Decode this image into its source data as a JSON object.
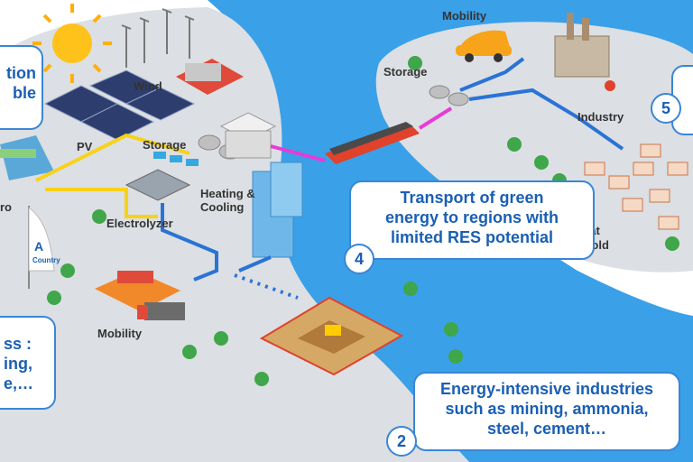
{
  "labels": {
    "wind": "Wind",
    "pv": "PV",
    "storage_left": "Storage",
    "heating_line1": "Heating &",
    "heating_line2": "Cooling",
    "electrolyzer": "Electrolyzer",
    "hydro_fragment": "ro",
    "mobility_left": "Mobility",
    "mobility_top": "Mobility",
    "storage_right": "Storage",
    "industry": "Industry",
    "heat_fragment": "eat",
    "cold_fragment": "Cold",
    "flag_text": "Country"
  },
  "callouts": {
    "top_left": [
      "tion",
      "ble"
    ],
    "bottom_left": [
      "ss :",
      "ing,",
      "e,…"
    ],
    "transport": [
      "Transport of green",
      "energy to regions with",
      "limited RES potential"
    ],
    "industries": [
      "Energy-intensive industries",
      "such as mining, ammonia,",
      "steel, cement…"
    ]
  },
  "badges": {
    "b2": "2",
    "b4": "4",
    "b5": "5"
  },
  "colors": {
    "water": "#3aa0e8",
    "land": "#dcdfe3",
    "yellow_line": "#f7d21a",
    "blue_line": "#2a73d6",
    "magenta_line": "#e83ad6",
    "callout_border": "#3a86d6",
    "callout_text": "#1a5fb4"
  }
}
